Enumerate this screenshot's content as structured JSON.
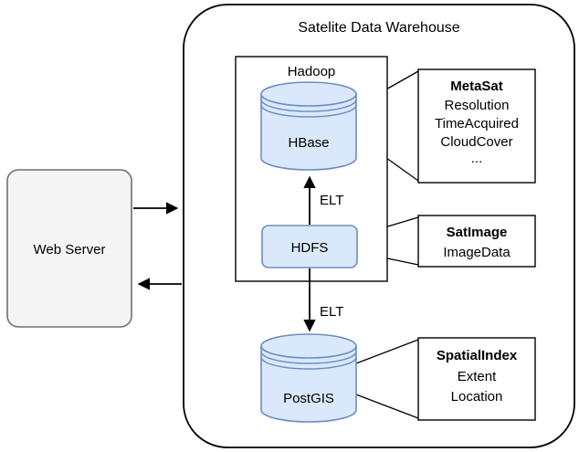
{
  "diagram": {
    "title": "Satelite Data Warehouse",
    "nodes": {
      "web_server": "Web Server",
      "hadoop": "Hadoop",
      "hbase": "HBase",
      "hdfs": "HDFS",
      "postgis": "PostGIS"
    },
    "edges": {
      "elt_upper": "ELT",
      "elt_lower": "ELT"
    },
    "notes": {
      "metasat": {
        "title": "MetaSat",
        "attributes": [
          "Resolution",
          "TimeAcquired",
          "CloudCover",
          "..."
        ]
      },
      "satimage": {
        "title": "SatImage",
        "attributes": [
          "ImageData"
        ]
      },
      "spatialindex": {
        "title": "SpatialIndex",
        "attributes": [
          "Extent",
          "Location"
        ]
      }
    },
    "colors": {
      "entity_fill": "#dae8fc",
      "entity_stroke": "#6c8ebf",
      "webserver_fill": "#f5f5f5",
      "webserver_stroke": "#707070",
      "outline": "#000000",
      "background": "#ffffff"
    }
  }
}
